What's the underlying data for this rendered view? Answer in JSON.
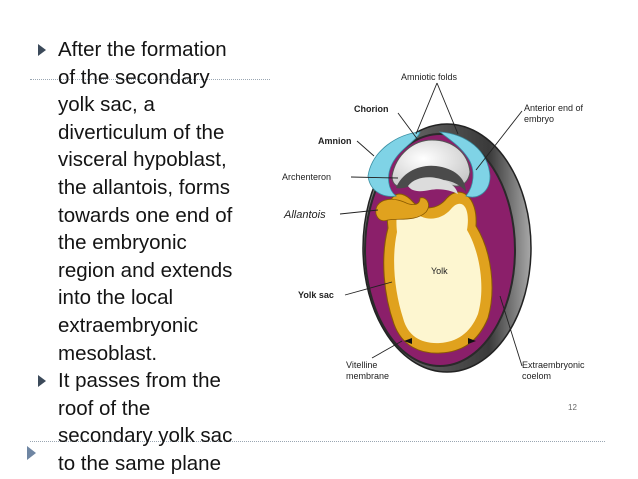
{
  "bullets": [
    {
      "lines": [
        "After the formation",
        "of the secondary",
        "yolk sac, a",
        "diverticulum of the",
        "visceral hypoblast,",
        "the allantois, forms",
        "towards one end of",
        "the embryonic",
        "region and extends",
        "into the local",
        "extraembryonic",
        "mesoblast."
      ]
    },
    {
      "lines": [
        "It passes from the",
        "roof of the",
        "secondary yolk sac",
        "to the same plane"
      ]
    }
  ],
  "diagram": {
    "labels": {
      "amniotic_folds": "Amniotic folds",
      "chorion": "Chorion",
      "amnion": "Amnion",
      "archenteron": "Archenteron",
      "allantois": "Allantois",
      "yolk_sac": "Yolk sac",
      "yolk": "Yolk",
      "vitelline_1": "Vitelline",
      "vitelline_2": "membrane",
      "anterior_1": "Anterior end of",
      "anterior_2": "embryo",
      "extra_1": "Extraembryonic",
      "extra_2": "coelom"
    },
    "page_number": "12",
    "colors": {
      "coelom": "#8b1f6a",
      "allantois": "#e0a21e",
      "amnion": "#7fd3e6",
      "yolk": "#fdf6d0",
      "chorion": "#4a4a4a",
      "allantois_label": "#e8612a"
    }
  }
}
